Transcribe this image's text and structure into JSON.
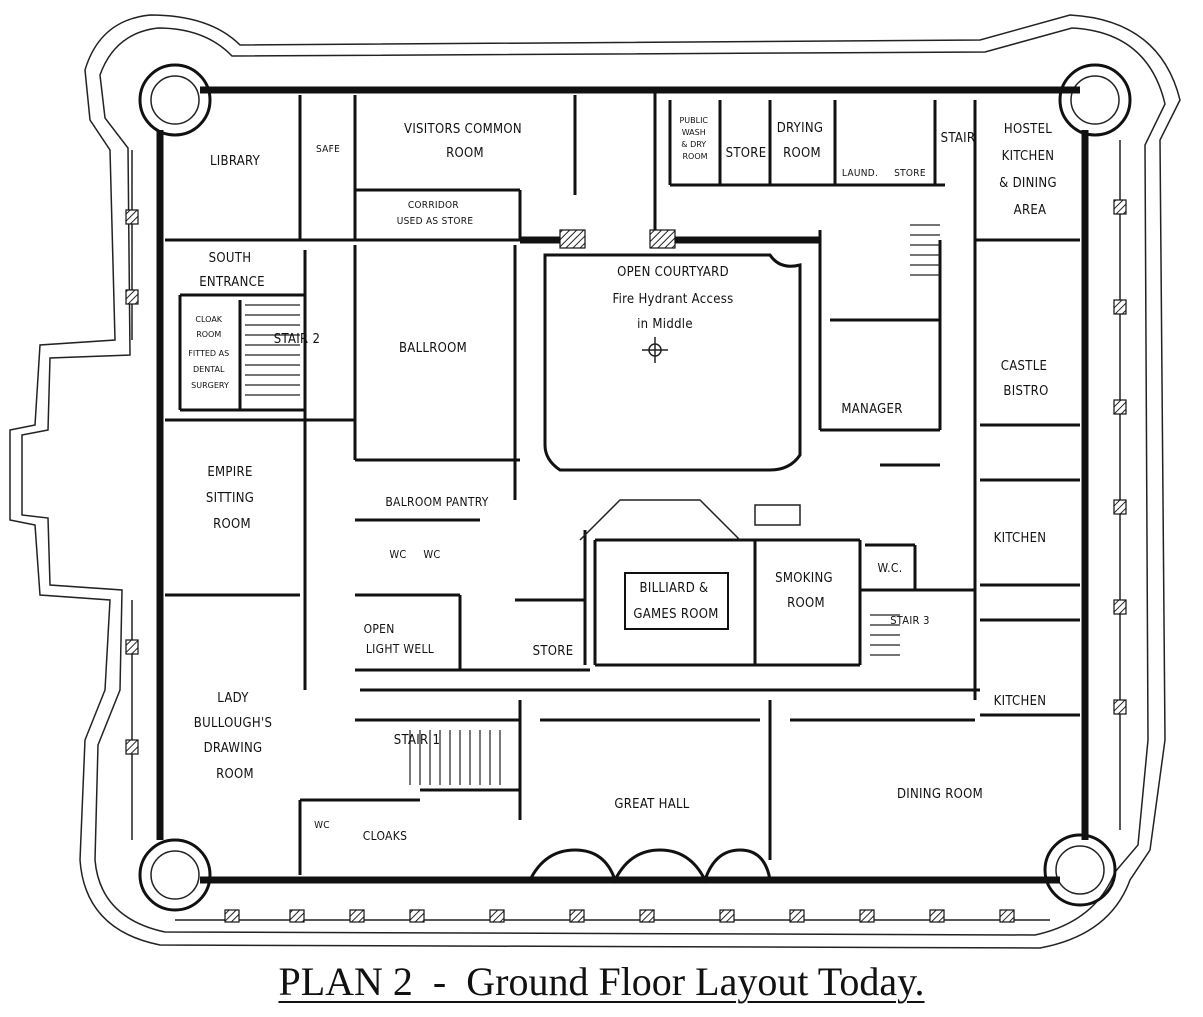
{
  "title": "PLAN 2  -  Ground Floor Layout Today.",
  "rooms": {
    "library": [
      "LIBRARY"
    ],
    "safe": [
      "SAFE"
    ],
    "visitors_common_room": [
      "VISITORS COMMON",
      "ROOM"
    ],
    "corridor_store": [
      "CORRIDOR",
      "USED AS STORE"
    ],
    "public_wash": [
      "PUBLIC",
      "WASH",
      "& DRY",
      "ROOM"
    ],
    "store_1": [
      "STORE"
    ],
    "drying_room": [
      "DRYING",
      "ROOM"
    ],
    "laund": [
      "LAUND."
    ],
    "store_2": [
      "STORE"
    ],
    "stair_top": [
      "STAIR"
    ],
    "hostel_kitchen": [
      "HOSTEL",
      "KITCHEN",
      "& DINING",
      "AREA"
    ],
    "south_entrance": [
      "SOUTH",
      "ENTRANCE"
    ],
    "cloak_room": [
      "CLOAK",
      "ROOM",
      "FITTED AS",
      "DENTAL",
      "SURGERY"
    ],
    "stair_2": [
      "STAIR 2"
    ],
    "ballroom": [
      "BALLROOM"
    ],
    "open_courtyard": [
      "OPEN COURTYARD",
      "Fire Hydrant Access",
      "in Middle"
    ],
    "castle_bistro": [
      "CASTLE",
      "BISTRO"
    ],
    "manager": [
      "MANAGER"
    ],
    "empire_sitting_room": [
      "EMPIRE",
      "SITTING",
      "ROOM"
    ],
    "ballroom_pantry": [
      "BALROOM PANTRY"
    ],
    "wc_1": [
      "WC"
    ],
    "wc_2": [
      "WC"
    ],
    "billiard": [
      "BILLIARD &",
      "GAMES ROOM"
    ],
    "smoking_room": [
      "SMOKING",
      "ROOM"
    ],
    "wc_3": [
      "W.C."
    ],
    "kitchen_1": [
      "KITCHEN"
    ],
    "open_light_well": [
      "OPEN",
      "LIGHT WELL"
    ],
    "store_3": [
      "STORE"
    ],
    "stair_3": [
      "STAIR 3"
    ],
    "kitchen_2": [
      "KITCHEN"
    ],
    "lady_bulloughs": [
      "LADY",
      "BULLOUGH'S",
      "DRAWING",
      "ROOM"
    ],
    "stair_1": [
      "STAIR 1"
    ],
    "great_hall": [
      "GREAT HALL"
    ],
    "dining_room": [
      "DINING ROOM"
    ],
    "cloaks": [
      "CLOAKS"
    ],
    "wc_4": [
      "WC"
    ]
  }
}
